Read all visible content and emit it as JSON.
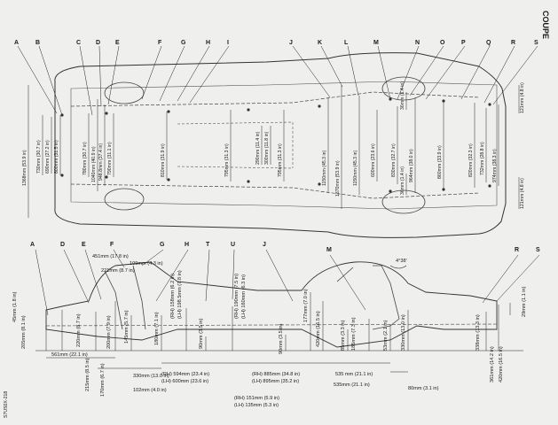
{
  "title": "COUPE",
  "code": "S7US0X-218",
  "top_view": {
    "letters": [
      "A",
      "B",
      "C",
      "D",
      "E",
      "F",
      "G",
      "H",
      "I",
      "J",
      "K",
      "L",
      "M",
      "N",
      "O",
      "P",
      "Q",
      "R",
      "S"
    ],
    "dims": {
      "d1368": "1368mm (53.9 in)",
      "d730": "730mm (30.7 in)",
      "d690": "690mm (27.2 in)",
      "d800": "800mm (31.5 in)",
      "d780": "780mm (30.7 in)",
      "d1040": "1040mm (40.9 in)",
      "d948": "948.8mm (37.4 in)",
      "d790": "790mm (31.1 in)",
      "d810": "810mm (31.9 in)",
      "d795a": "795mm (31.3 in)",
      "d290": "290mm (11.4 in)",
      "d300": "300mm (11.8 in)",
      "d795b": "795mm (31.3 in)",
      "d1150a": "1150mm (45.3 in)",
      "d1370": "1370mm (53.9 in)",
      "d1150b": "1150mm (45.3 in)",
      "d600": "600mm (23.6 in)",
      "d830": "830mm (32.7 in)",
      "d36a": "36mm (1.4 in)",
      "d36b": "36mm (1.4 in)",
      "d964": "964mm (38.0 in)",
      "d860": "860mm (33.9 in)",
      "d820": "820mm (32.3 in)",
      "d732": "732mm (28.8 in)",
      "d974": "974mm (38.3 in)",
      "d121a": "121mm (4.8 in)",
      "d121b": "121mm (4.8 in)"
    }
  },
  "side_view": {
    "letters": [
      "A",
      "D",
      "E",
      "F",
      "G",
      "H",
      "T",
      "U",
      "J",
      "M",
      "R",
      "S"
    ],
    "angle": "4°38'",
    "dims": {
      "d451": "451mm (17.8 in)",
      "d109": "109mm (4.3 in)",
      "d221": "221mm (8.7 in)",
      "d45": "45mm (1.8 in)",
      "d205": "205mm (8.1 in)",
      "d220": "220mm (8.7 in)",
      "d215": "215mm (8.5 in)",
      "d170": "170mm (6.7 in)",
      "d200": "200mm (7.9 in)",
      "d145": "145mm (5.7 in)",
      "d180": "180mm (7.1 in)",
      "d158": "(RH) 158mm (6.2 in)",
      "d198": "(LH) 198.5mm (7.8 in)",
      "d190": "(RH) 190mm (7.5 in)",
      "d160": "(LH) 160mm (6.3 in)",
      "d90a": "90mm (3.5 in)",
      "d90b": "90mm (3.5 in)",
      "d177": "177mm (7.0 in)",
      "d420": "420mm (16.5 in)",
      "d85": "85mm (3.3 in)",
      "d185": "185mm (7.3 in)",
      "d53": "53mm (2.1 in)",
      "d330a": "330mm (13.0 in)",
      "d338": "338mm (13.3 in)",
      "d361": "361mm (14.2 in)",
      "d420b": "420mm (16.5 in)",
      "d29": "29mm (1.1 in)",
      "d561": "561mm (22.1 in)",
      "d330b": "330mm (13.0 in)",
      "d102": "102mm (4.0 in)",
      "d594": "(RH) 594mm (23.4 in)",
      "d600b": "(LH) 600mm (23.6 in)",
      "d885": "(RH) 885mm (34.8 in)",
      "d895": "(LH) 895mm (35.2 in)",
      "d151": "(RH) 151mm (5.9 in)",
      "d135": "(LH) 135mm (5.3 in)",
      "d535a": "535 mm (21.1 in)",
      "d535b": "535mm (21.1 in)",
      "d80": "80mm (3.1 in)"
    }
  }
}
